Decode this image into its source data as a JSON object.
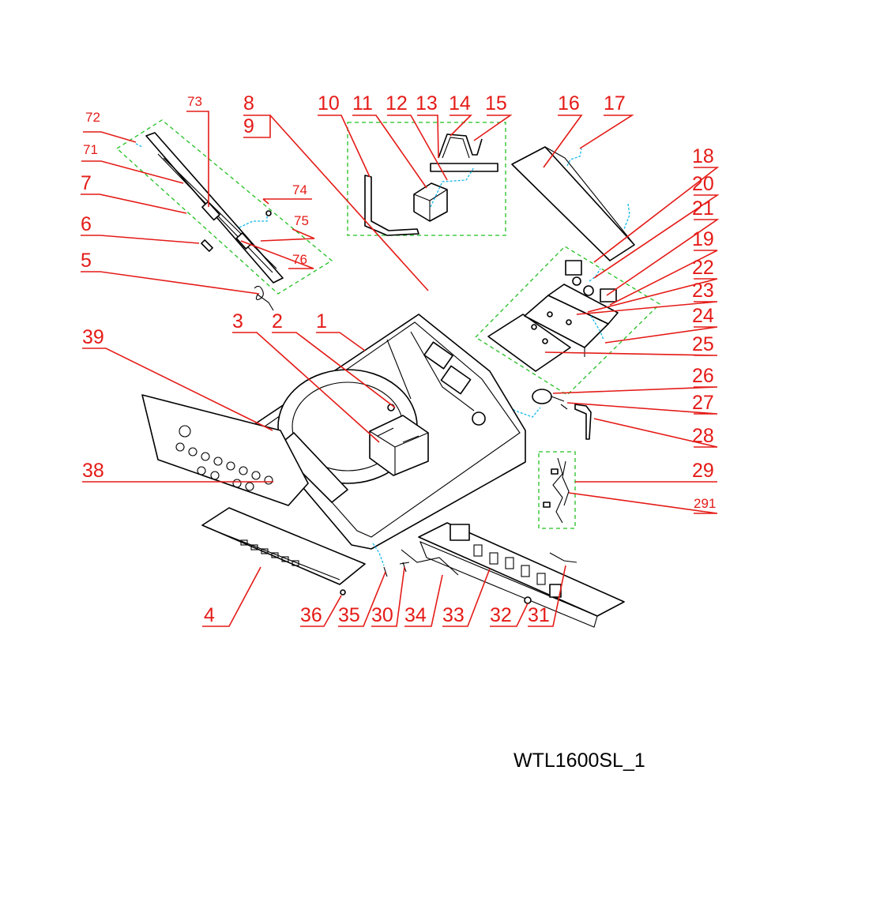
{
  "caption": "WTL1600SL_1",
  "colors": {
    "callout": "#e41b17",
    "group_box": "#22c022",
    "wire": "#13b7e8",
    "part_outline": "#000000"
  },
  "callouts": {
    "c1": "1",
    "c2": "2",
    "c3": "3",
    "c4": "4",
    "c5": "5",
    "c6": "6",
    "c7": "7",
    "c8": "8",
    "c9": "9",
    "c10": "10",
    "c11": "11",
    "c12": "12",
    "c13": "13",
    "c14": "14",
    "c15": "15",
    "c16": "16",
    "c17": "17",
    "c18": "18",
    "c19": "19",
    "c20": "20",
    "c21": "21",
    "c22": "22",
    "c23": "23",
    "c24": "24",
    "c25": "25",
    "c26": "26",
    "c27": "27",
    "c28": "28",
    "c29": "29",
    "c30": "30",
    "c31": "31",
    "c32": "32",
    "c33": "33",
    "c34": "34",
    "c35": "35",
    "c36": "36",
    "c38": "38",
    "c39": "39",
    "c71": "71",
    "c72": "72",
    "c73": "73",
    "c74": "74",
    "c75": "75",
    "c76": "76",
    "c291": "291"
  }
}
